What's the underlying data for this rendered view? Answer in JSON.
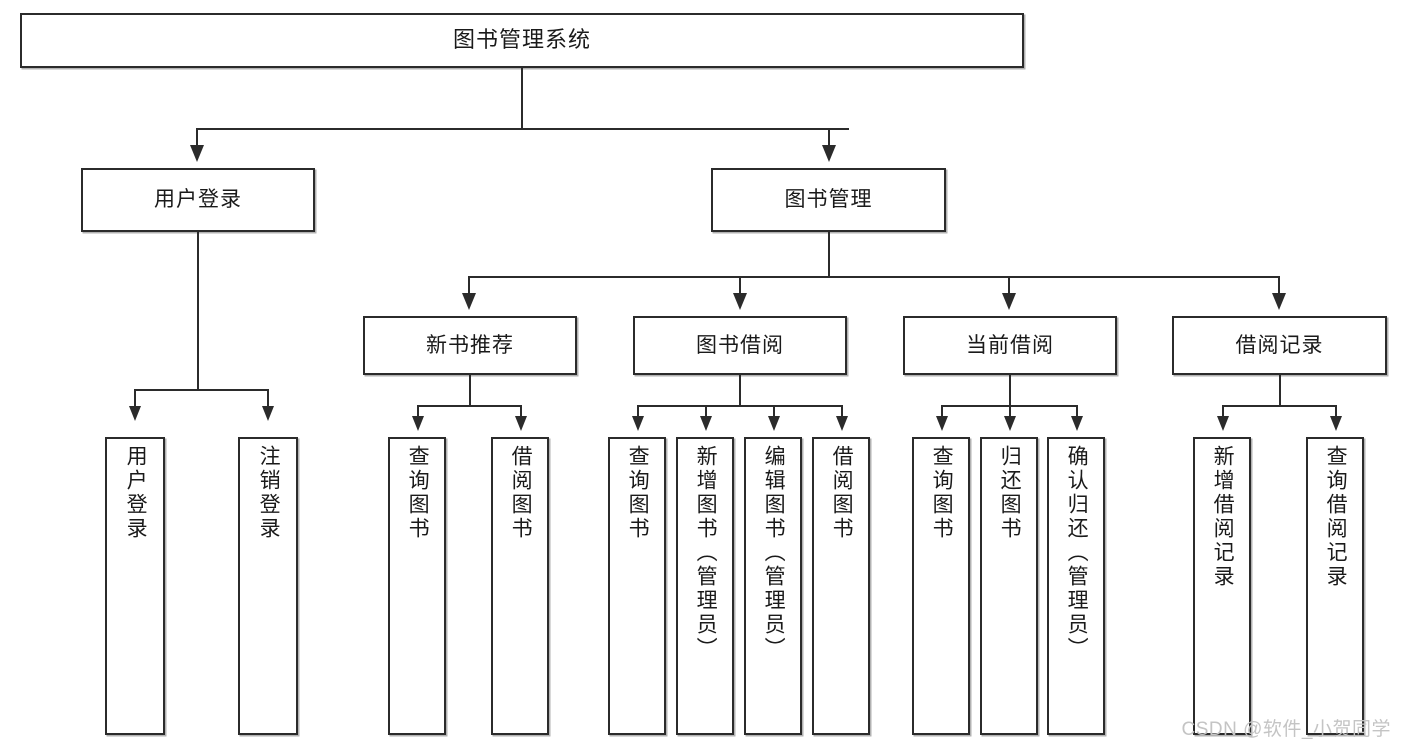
{
  "diagram": {
    "type": "tree-hierarchy",
    "title": "图书管理系统",
    "watermark": "CSDN @软件_小贺同学",
    "colors": {
      "stroke": "#2b2b2b",
      "fill": "#ffffff",
      "text": "#1a1a1a",
      "watermark": "#c4c4c4",
      "background": "#ffffff"
    },
    "levels": {
      "root": {
        "label": "图书管理系统"
      },
      "level2": [
        {
          "label": "用户登录"
        },
        {
          "label": "图书管理"
        }
      ],
      "level3": [
        {
          "label": "新书推荐"
        },
        {
          "label": "图书借阅"
        },
        {
          "label": "当前借阅"
        },
        {
          "label": "借阅记录"
        }
      ],
      "leaves": {
        "user_login": [
          {
            "label": "用户登录"
          },
          {
            "label": "注销登录"
          }
        ],
        "new_book_recommend": [
          {
            "label": "查询图书"
          },
          {
            "label": "借阅图书"
          }
        ],
        "book_borrow": [
          {
            "label": "查询图书"
          },
          {
            "label": "新增图书（管理员）"
          },
          {
            "label": "编辑图书（管理员）"
          },
          {
            "label": "借阅图书"
          }
        ],
        "current_borrow": [
          {
            "label": "查询图书"
          },
          {
            "label": "归还图书"
          },
          {
            "label": "确认归还（管理员）"
          }
        ],
        "borrow_records": [
          {
            "label": "新增借阅记录"
          },
          {
            "label": "查询借阅记录"
          }
        ]
      }
    }
  }
}
